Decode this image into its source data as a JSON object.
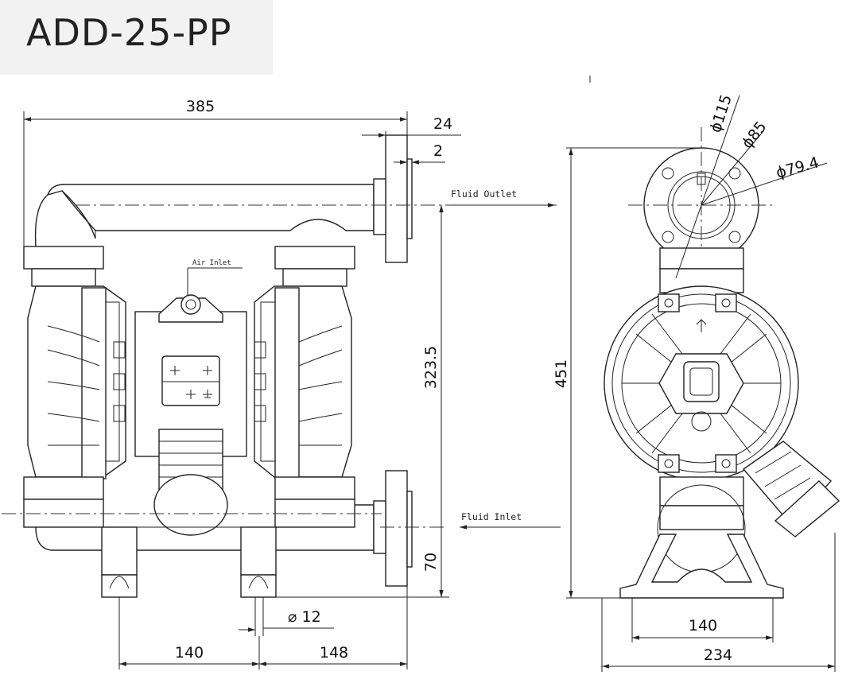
{
  "title": "ADD-25-PP",
  "labels": {
    "fluid_outlet": "Fluid Outlet",
    "fluid_inlet": "Fluid Inlet",
    "air_inlet": "Air Inlet"
  },
  "front_view_dims": {
    "overall_width": "385",
    "flange_thickness": "24",
    "flange_offset": "2",
    "outlet_height": "323.5",
    "inlet_height": "70",
    "bolt_hole": "⌀ 12",
    "foot_spacing": "140",
    "foot_to_flange": "148"
  },
  "side_view_dims": {
    "bolt_circle": "ϕ115",
    "raised_face": "ϕ85",
    "bore": "ϕ79.4",
    "overall_height": "451",
    "foot_spacing": "140",
    "overall_width": "234"
  }
}
